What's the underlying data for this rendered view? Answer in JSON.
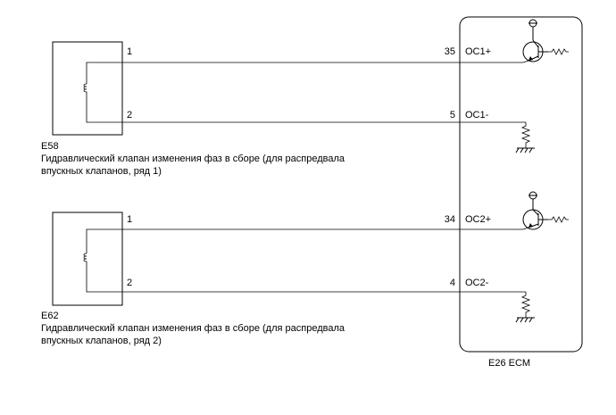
{
  "components": [
    {
      "id": "E58",
      "description_line1": "Гидравлический клапан изменения фаз в сборе (для распредвала",
      "description_line2": "впускных клапанов, ряд 1)",
      "pins": [
        {
          "pin": "1",
          "ecm_pin": "35",
          "ecm_label": "OC1+"
        },
        {
          "pin": "2",
          "ecm_pin": "5",
          "ecm_label": "OC1-"
        }
      ]
    },
    {
      "id": "E62",
      "description_line1": "Гидравлический клапан изменения фаз в сборе (для распредвала",
      "description_line2": "впускных клапанов, ряд 2)",
      "pins": [
        {
          "pin": "1",
          "ecm_pin": "34",
          "ecm_label": "OC2+"
        },
        {
          "pin": "2",
          "ecm_pin": "4",
          "ecm_label": "OC2-"
        }
      ]
    }
  ],
  "ecm": {
    "label": "E26  ECM"
  },
  "icons": [
    "coil-icon",
    "transistor-icon",
    "resistor-icon",
    "ground-icon",
    "power-terminal-icon"
  ]
}
